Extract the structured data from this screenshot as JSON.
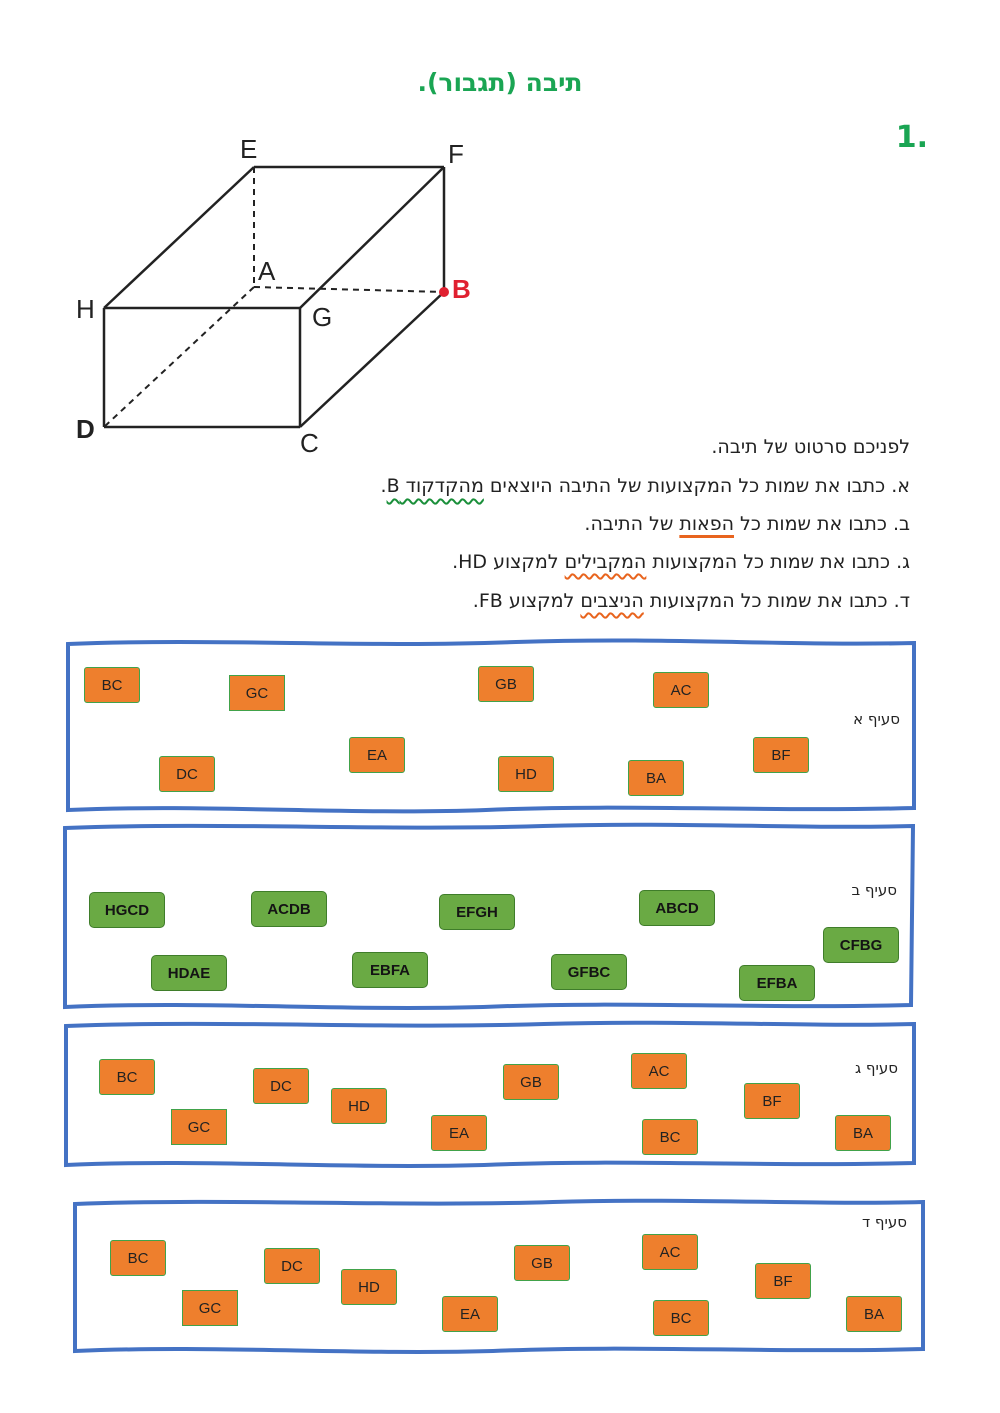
{
  "title": "תיבה (תגבור).",
  "question_number": "1.",
  "cube_labels": {
    "E": "E",
    "F": "F",
    "A": "A",
    "B": "B",
    "H": "H",
    "G": "G",
    "D": "D",
    "C": "C"
  },
  "colors": {
    "green_title": "#1aa553",
    "frame_blue": "#4472c4",
    "chip_orange": "#ee7f2d",
    "chip_green": "#6aaa44",
    "vertex_red": "#e02030"
  },
  "instructions": {
    "intro": "לפניכם סרטוט של תיבה.",
    "a_pre": "א. כתבו את שמות כל המקצועות של התיבה היוצאים ",
    "a_mark": "מהקדקוד B",
    "a_post": ".",
    "b_pre": "ב. כתבו את שמות כל ",
    "b_mark": "הפאות",
    "b_post": " של התיבה.",
    "c_pre": "ג. כתבו את שמות כל המקצועות ",
    "c_mark": "המקבילים",
    "c_post": " למקצוע HD.",
    "d_pre": "ד. כתבו את שמות כל המקצועות ",
    "d_mark": "הניצבים",
    "d_post": " למקצוע FB."
  },
  "sections": [
    {
      "label": "סעיף א",
      "chips": [
        "BC",
        "GC",
        "GB",
        "AC",
        "DC",
        "EA",
        "HD",
        "BA",
        "BF"
      ]
    },
    {
      "label": "סעיף ב",
      "chips": [
        "HGCD",
        "ACDB",
        "EFGH",
        "ABCD",
        "CFBG",
        "HDAE",
        "EBFA",
        "GFBC",
        "EFBA"
      ]
    },
    {
      "label": "סעיף ג",
      "chips": [
        "BC",
        "DC",
        "HD",
        "GB",
        "AC",
        "BF",
        "GC",
        "EA",
        "BC",
        "BA"
      ]
    },
    {
      "label": "סעיף ד",
      "chips": [
        "BC",
        "DC",
        "HD",
        "GB",
        "AC",
        "BF",
        "GC",
        "EA",
        "BC",
        "BA"
      ]
    }
  ]
}
